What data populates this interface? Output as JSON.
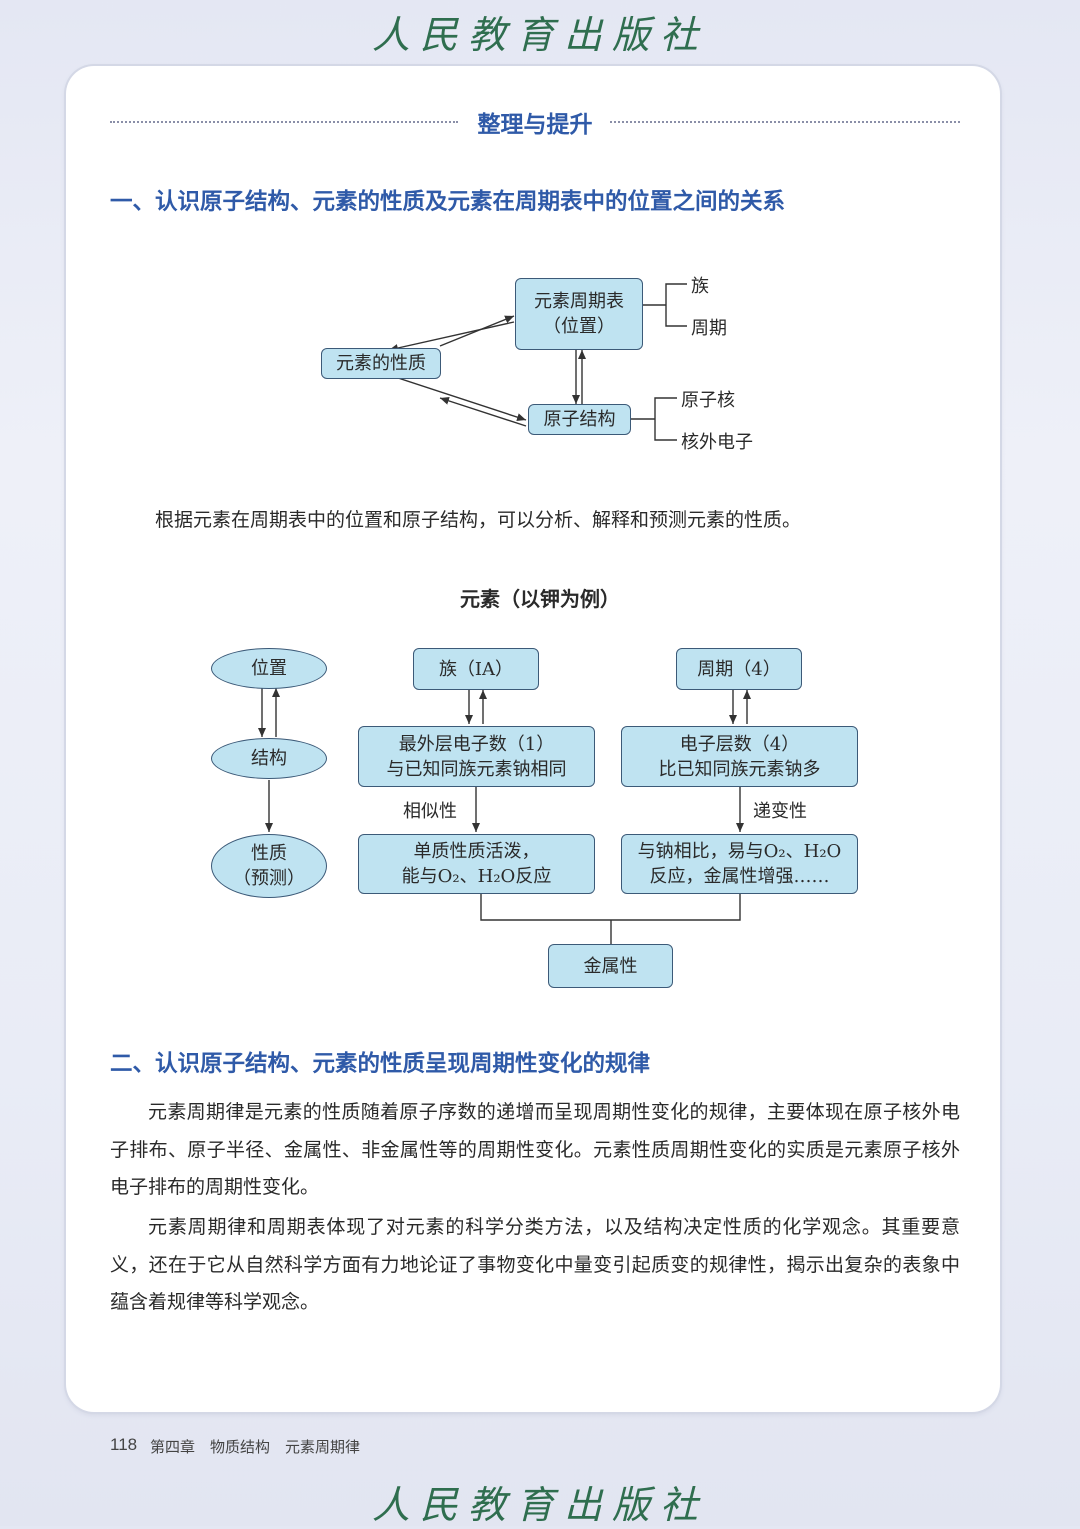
{
  "publisher": "人民教育出版社",
  "section_heading": "整理与提升",
  "part1": {
    "heading": "一、认识原子结构、元素的性质及元素在周期表中的位置之间的关系",
    "diagram": {
      "periodic_table_line1": "元素周期表",
      "periodic_table_line2": "（位置）",
      "group": "族",
      "period": "周期",
      "properties": "元素的性质",
      "atomic_structure": "原子结构",
      "nucleus": "原子核",
      "electrons": "核外电子"
    },
    "summary": "根据元素在周期表中的位置和原子结构，可以分析、解释和预测元素的性质。"
  },
  "potassium_diagram": {
    "title": "元素（以钾为例）",
    "left": {
      "position": "位置",
      "structure": "结构",
      "property_line1": "性质",
      "property_line2": "（预测）"
    },
    "group_box": "族（ⅠA）",
    "period_box": "周期（4）",
    "outer_electrons_line1": "最外层电子数（1）",
    "outer_electrons_line2": "与已知同族元素钠相同",
    "electron_shells_line1": "电子层数（4）",
    "electron_shells_line2": "比已知同族元素钠多",
    "similarity": "相似性",
    "gradation": "递变性",
    "simple_substance_line1": "单质性质活泼，",
    "simple_substance_line2": "能与O₂、H₂O反应",
    "compare_line1": "与钠相比，易与O₂、H₂O",
    "compare_line2": "反应，金属性增强……",
    "metallic": "金属性"
  },
  "part2": {
    "heading": "二、认识原子结构、元素的性质呈现周期性变化的规律",
    "para1": "元素周期律是元素的性质随着原子序数的递增而呈现周期性变化的规律，主要体现在原子核外电子排布、原子半径、金属性、非金属性等的周期性变化。元素性质周期性变化的实质是元素原子核外电子排布的周期性变化。",
    "para2": "元素周期律和周期表体现了对元素的科学分类方法，以及结构决定性质的化学观念。其重要意义，还在于它从自然科学方面有力地论证了事物变化中量变引起质变的规律性，揭示出复杂的表象中蕴含着规律等科学观念。"
  },
  "footer": {
    "page_number": "118",
    "chapter": "第四章　物质结构　元素周期律"
  },
  "colors": {
    "heading_blue": "#2f5aa8",
    "box_fill": "#bfe3f1",
    "box_border": "#3c5a78",
    "publisher_green": "#2f6e4f"
  }
}
